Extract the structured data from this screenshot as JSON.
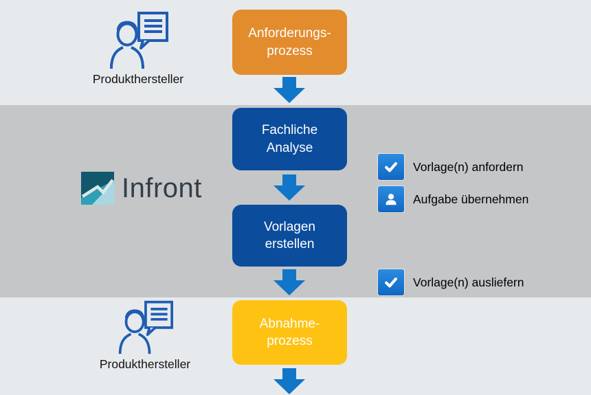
{
  "lanes": {
    "top": {
      "label": "Produkthersteller"
    },
    "middle": {
      "brand": "Infront"
    },
    "bottom": {
      "label": "Produkthersteller"
    }
  },
  "flow": {
    "steps": [
      {
        "id": "anforderungsprozess",
        "line1": "Anforderungs-",
        "line2": "prozess",
        "color": "#E28C2E"
      },
      {
        "id": "fachliche-analyse",
        "line1": "Fachliche",
        "line2": "Analyse",
        "color": "#0B4C9C"
      },
      {
        "id": "vorlagen-erstellen",
        "line1": "Vorlagen",
        "line2": "erstellen",
        "color": "#0B4C9C"
      },
      {
        "id": "abnahmeprozess",
        "line1": "Abnahme-",
        "line2": "prozess",
        "color": "#FEC213"
      }
    ],
    "arrow_color": "#1175C8"
  },
  "tasks": [
    {
      "icon": "check-icon",
      "label": "Vorlage(n) anfordern"
    },
    {
      "icon": "user-icon",
      "label": "Aufgabe übernehmen"
    },
    {
      "icon": "check-icon",
      "label": "Vorlage(n) ausliefern"
    }
  ],
  "colors": {
    "band_light": "#E7EAEC",
    "band_middle": "#C5C6C8",
    "box_orange": "#E28C2E",
    "box_blue": "#0B4C9C",
    "box_yellow": "#FEC213",
    "arrow_blue": "#1175C8",
    "task_icon_blue": "#1B7CD8",
    "persona_stroke": "#1F5CB4",
    "brand_text": "#333E48"
  }
}
